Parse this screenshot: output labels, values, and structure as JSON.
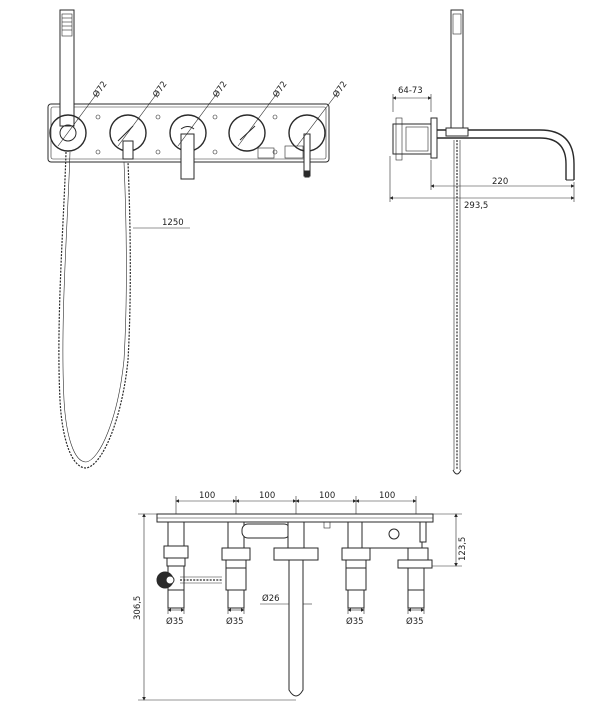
{
  "front_view": {
    "diameter_labels": [
      "Ø72",
      "Ø72",
      "Ø72",
      "Ø72",
      "Ø72"
    ],
    "hose_length": "1250"
  },
  "side_view": {
    "depth_range": "64-73",
    "spout_reach": "220",
    "total_depth": "293,5"
  },
  "bottom_view": {
    "spacing_labels": [
      "100",
      "100",
      "100",
      "100"
    ],
    "height_label": "123,5",
    "total_height": "306,5",
    "spout_diameter": "Ø26",
    "body_diameters": [
      "Ø35",
      "Ø35",
      "Ø35",
      "Ø35"
    ]
  }
}
